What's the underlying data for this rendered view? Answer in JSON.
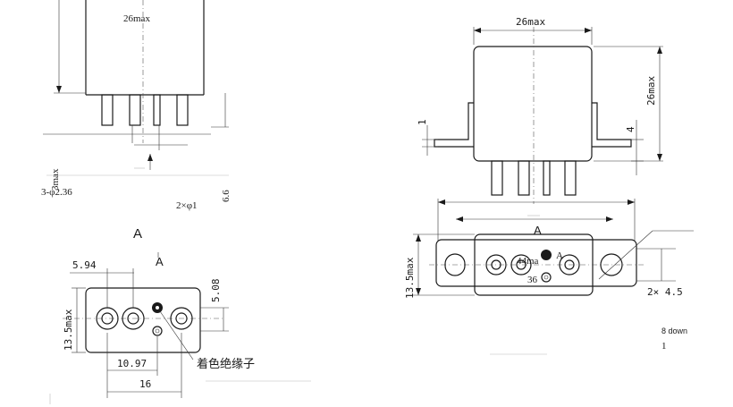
{
  "left_view": {
    "top_width_dim": "26max",
    "pin_spec": "3-φ2.36",
    "pin_spec_overlay": "3max",
    "mount_hole": "2×φ1",
    "vertical_dim": "6.6",
    "view_label": "A",
    "arrow_label": "A"
  },
  "left_bottom": {
    "dim_left_offset": "5.94",
    "dim_height": "13.5max",
    "dim_right": "5.08",
    "dim_pitch": "10.97",
    "dim_span": "16",
    "insulator_label": "着色绝缘子"
  },
  "right_front": {
    "top_width_dim": "26max",
    "height_dim": "26max",
    "flange_thickness": "1",
    "flange_height": "4"
  },
  "right_bottom": {
    "view_label": "A",
    "dim_height": "13.5max",
    "mount_holes": "2× 4.5",
    "overlay_pitch": "44ma",
    "overlay_arrow": "A",
    "overlay_small": "36"
  },
  "notes": {
    "note_down": "8 down",
    "note_num": "1"
  }
}
